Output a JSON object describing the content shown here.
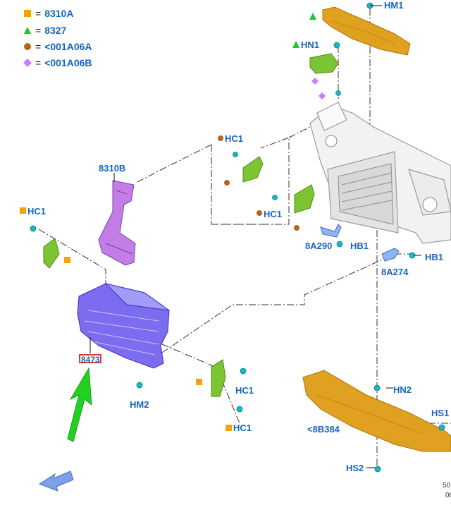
{
  "legend": [
    {
      "symbol": "orange-square",
      "color": "#f5a300",
      "equals": "=",
      "code": "8310A"
    },
    {
      "symbol": "green-triangle",
      "color": "#22c32e",
      "equals": "=",
      "code": "8327"
    },
    {
      "symbol": "brown-circle",
      "color": "#b5651d",
      "equals": "=",
      "code": "<001A06A"
    },
    {
      "symbol": "purple-diamond",
      "color": "#c77dff",
      "equals": "=",
      "code": "<001A06B"
    }
  ],
  "callouts": {
    "hm1": "HM1",
    "hn1": "HN1",
    "hc1_a": "HC1",
    "hc1_b": "HC1",
    "b8310": "8310B",
    "hc1_left": "HC1",
    "a8290": "8A290",
    "hb1_a": "HB1",
    "hb1_b": "HB1",
    "a8274": "8A274",
    "part_8473": "8473",
    "hm2": "HM2",
    "hc1_c": "HC1",
    "hc1_d": "HC1",
    "hn2": "HN2",
    "hs1": "HS1",
    "b8384": "<8B384",
    "hs2": "HS2"
  },
  "footer": {
    "line1": "50",
    "line2": "06"
  },
  "colors": {
    "callout": "#1565c0",
    "shield_orange": "#e0a020",
    "duct_purple": "#7b6cf0",
    "bracket_green": "#7cc432",
    "highlight_box": "#e53935",
    "arrow_green": "#22d022",
    "arrow_blue": "#7f9fe6"
  }
}
